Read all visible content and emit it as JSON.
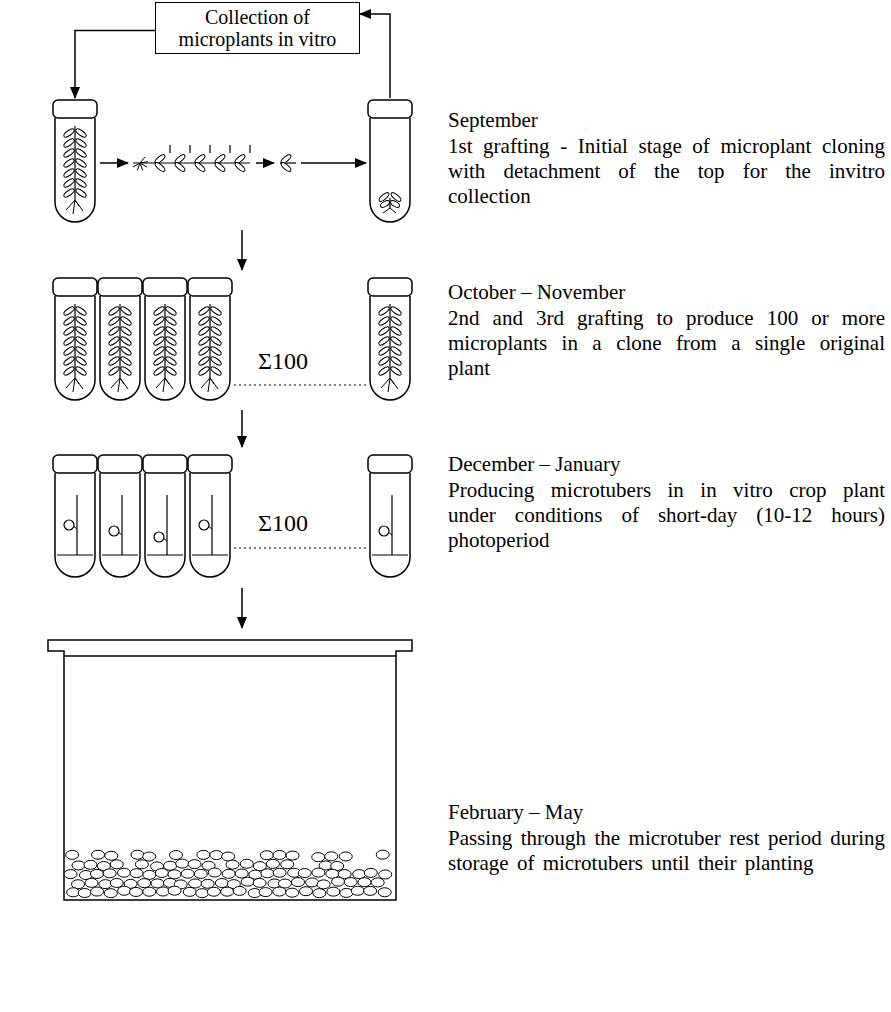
{
  "diagram": {
    "nodes": [
      {
        "text": [
          "Collection of microplants in vitro"
        ]
      }
    ],
    "labels": [
      "September",
      "1st grafting - Initial stage of microplant cloning with detachment of the top for the invitro collection",
      "October – November",
      "2nd and 3rd grafting to produce 100 or more microplants in a clone from a single original plant",
      "Σ100",
      "December – January",
      "Producing microtubers in in vitro crop plant under conditions of short-day (10-12 hours) photoperiod",
      "Σ100",
      "February – May",
      "Passing through the microtuber rest period during storage of microtubers until their planting"
    ]
  }
}
